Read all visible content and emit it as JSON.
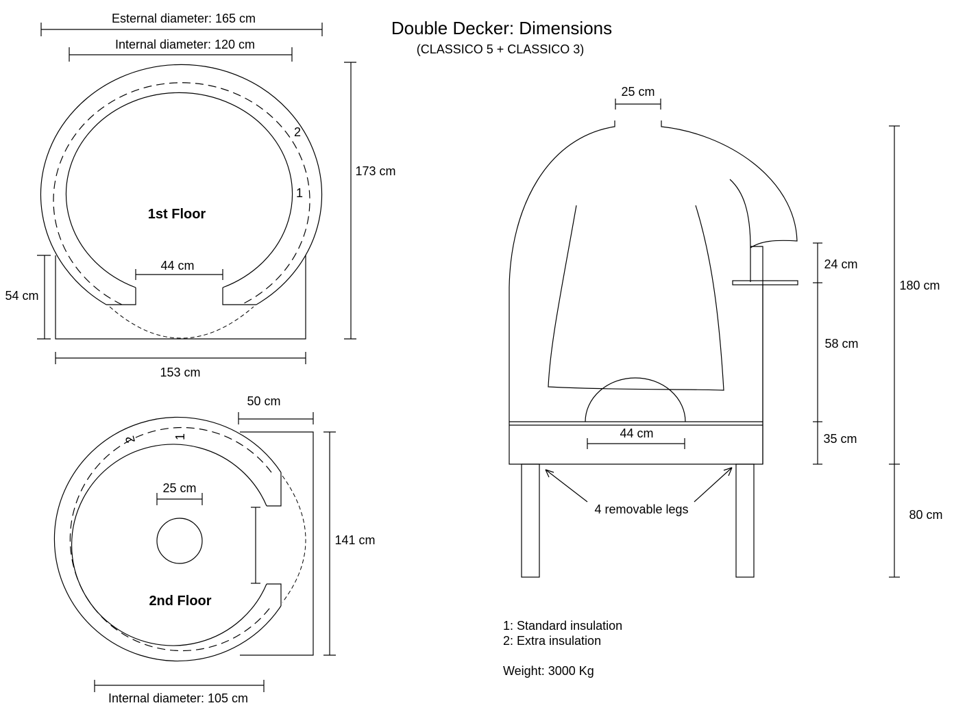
{
  "title": "Double Decker: Dimensions",
  "subtitle": "(CLASSICO 5 + CLASSICO 3)",
  "first_floor": {
    "label": "1st Floor",
    "external_diameter": "Esternal diameter: 165 cm",
    "internal_diameter": "Internal diameter: 120 cm",
    "height": "173 cm",
    "base_width": "153 cm",
    "base_height": "54 cm",
    "door_width": "44 cm",
    "marker_1": "1",
    "marker_2": "2"
  },
  "second_floor": {
    "label": "2nd Floor",
    "internal_diameter": "Internal diameter: 105 cm",
    "height": "141 cm",
    "depth": "50 cm",
    "flue_diameter": "25 cm",
    "marker_1": "1",
    "marker_2": "2"
  },
  "side_view": {
    "flue_width": "25 cm",
    "door_width": "44 cm",
    "total_height": "180 cm",
    "legs_height": "80 cm",
    "dim_24": "24 cm",
    "dim_58": "58 cm",
    "dim_35": "35 cm",
    "legs_label": "4 removable legs"
  },
  "legend": {
    "item_1": "1: Standard insulation",
    "item_2": "2: Extra insulation",
    "weight": "Weight: 3000 Kg"
  }
}
